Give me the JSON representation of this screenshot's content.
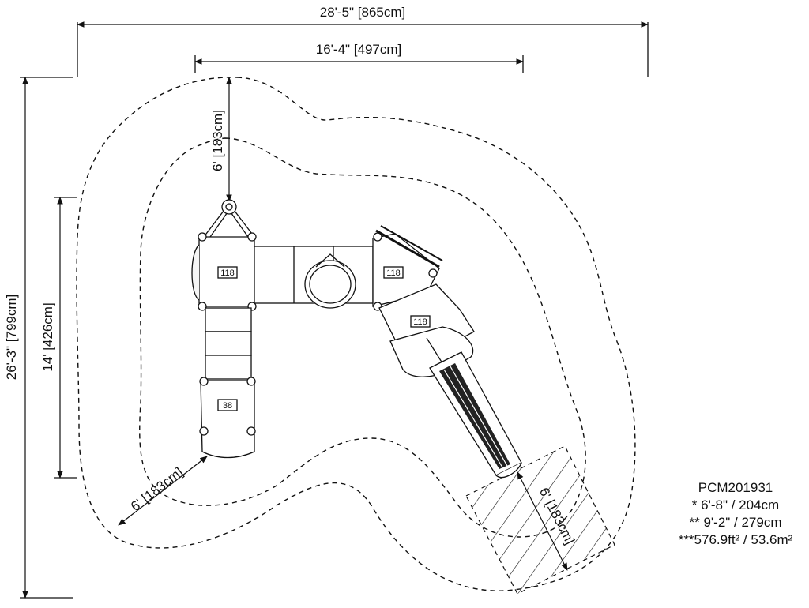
{
  "dimensions": {
    "overall_width": "28'-5\" [865cm]",
    "structure_width": "16'-4\" [497cm]",
    "overall_depth": "26'-3\" [799cm]",
    "structure_depth": "14' [426cm]",
    "clearance_top": "6' [183cm]",
    "clearance_bottom_left": "6' [183cm]",
    "clearance_slide": "6' [183cm]"
  },
  "deck_labels": {
    "deck_left": "118",
    "deck_middle": "118",
    "deck_right": "118",
    "deck_bottom": "38"
  },
  "legend": {
    "model": "PCM201931",
    "line1": "* 6'-8\" / 204cm",
    "line2": "** 9'-2\" / 279cm",
    "line3": "***576.9ft² / 53.6m²"
  }
}
